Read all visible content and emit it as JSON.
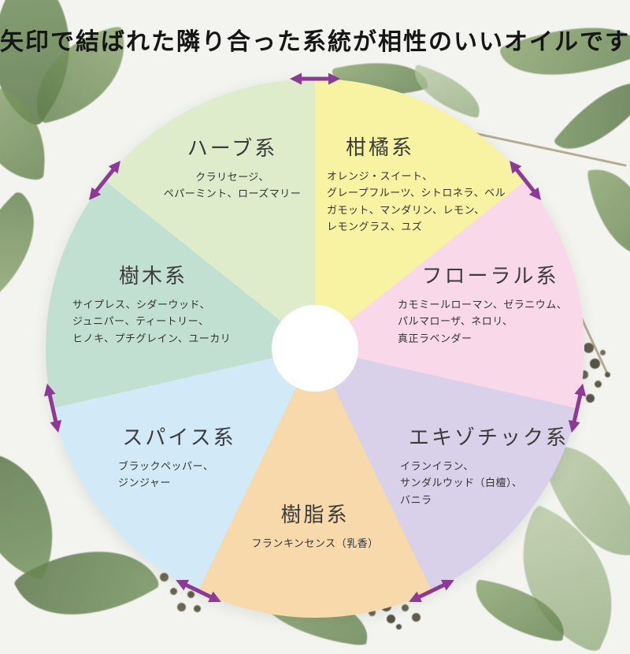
{
  "title": "矢印で結ばれた隣り合った系統が相性のいいオイルです",
  "wheel": {
    "center_color": "#ffffff",
    "arrow_color": "#8d3a96",
    "segments": [
      {
        "id": "citrus",
        "name": "柑橘系",
        "color": "#f8f2a3",
        "oils_text": "オレンジ・スイート、\nグレープフルーツ、シトロネラ、ベル\nガモット、マンダリン、レモン、\nレモングラス、ユズ"
      },
      {
        "id": "floral",
        "name": "フローラル系",
        "color": "#f9d9e9",
        "oils_text": "カモミールローマン、ゼラニウム、\nパルマローザ、ネロリ、\n真正ラベンダー"
      },
      {
        "id": "exotic",
        "name": "エキゾチック系",
        "color": "#d9d1e9",
        "oils_text": "イランイラン、\nサンダルウッド（白檀）、\nバニラ"
      },
      {
        "id": "resin",
        "name": "樹脂系",
        "color": "#f8d9ac",
        "oils_text": "フランキンセンス（乳香）"
      },
      {
        "id": "spice",
        "name": "スパイス系",
        "color": "#d2e9f7",
        "oils_text": "ブラックペッパー、\nジンジャー"
      },
      {
        "id": "wood",
        "name": "樹木系",
        "color": "#c2e0d2",
        "oils_text": "サイプレス、シダーウッド、\nジュニパー、ティートリー、\nヒノキ、プチグレイン、ユーカリ"
      },
      {
        "id": "herb",
        "name": "ハーブ系",
        "color": "#dfeccc",
        "oils_text": "クラリセージ、\nペパーミント、ローズマリー"
      }
    ],
    "arrows": [
      {
        "between": [
          "ハーブ系",
          "柑橘系"
        ]
      },
      {
        "between": [
          "柑橘系",
          "フローラル系"
        ]
      },
      {
        "between": [
          "フローラル系",
          "エキゾチック系"
        ]
      },
      {
        "between": [
          "エキゾチック系",
          "樹脂系"
        ]
      },
      {
        "between": [
          "樹脂系",
          "スパイス系"
        ]
      },
      {
        "between": [
          "スパイス系",
          "樹木系"
        ]
      },
      {
        "between": [
          "樹木系",
          "ハーブ系"
        ]
      }
    ]
  }
}
